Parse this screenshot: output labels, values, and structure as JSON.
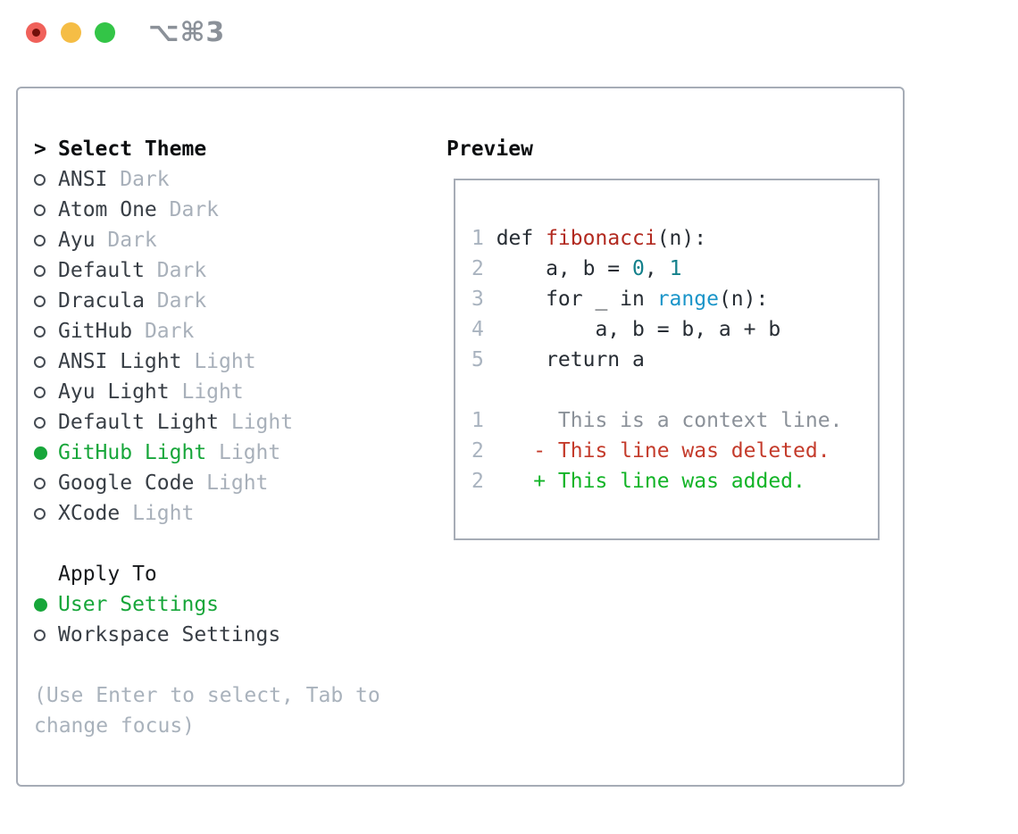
{
  "window": {
    "titlebar": {
      "shortcut_label": "⌥⌘3",
      "traffic_lights": [
        "close",
        "minimize",
        "maximize"
      ]
    }
  },
  "theme_picker": {
    "prompt": ">",
    "title": "Select Theme",
    "themes": [
      {
        "name": "ANSI",
        "tag": "Dark",
        "selected": false
      },
      {
        "name": "Atom One",
        "tag": "Dark",
        "selected": false
      },
      {
        "name": "Ayu",
        "tag": "Dark",
        "selected": false
      },
      {
        "name": "Default",
        "tag": "Dark",
        "selected": false
      },
      {
        "name": "Dracula",
        "tag": "Dark",
        "selected": false
      },
      {
        "name": "GitHub",
        "tag": "Dark",
        "selected": false
      },
      {
        "name": "ANSI Light",
        "tag": "Light",
        "selected": false
      },
      {
        "name": "Ayu Light",
        "tag": "Light",
        "selected": false
      },
      {
        "name": "Default Light",
        "tag": "Light",
        "selected": false
      },
      {
        "name": "GitHub Light",
        "tag": "Light",
        "selected": true
      },
      {
        "name": "Google Code",
        "tag": "Light",
        "selected": false
      },
      {
        "name": "XCode",
        "tag": "Light",
        "selected": false
      }
    ],
    "apply_to": {
      "title": "Apply To",
      "options": [
        {
          "name": "User Settings",
          "selected": true
        },
        {
          "name": "Workspace Settings",
          "selected": false
        }
      ]
    },
    "hint": "(Use Enter to select, Tab to change focus)"
  },
  "preview": {
    "title": "Preview",
    "code_lines": [
      {
        "num": "1",
        "tokens": [
          [
            "t",
            "def "
          ],
          [
            "fn",
            "fibonacci"
          ],
          [
            "t",
            "(n):"
          ]
        ]
      },
      {
        "num": "2",
        "tokens": [
          [
            "t",
            "    a, b = "
          ],
          [
            "nm",
            "0"
          ],
          [
            "t",
            ", "
          ],
          [
            "nm",
            "1"
          ]
        ]
      },
      {
        "num": "3",
        "tokens": [
          [
            "t",
            "    for _ in "
          ],
          [
            "bi",
            "range"
          ],
          [
            "t",
            "(n):"
          ]
        ]
      },
      {
        "num": "4",
        "tokens": [
          [
            "t",
            "        a, b = b, a + b"
          ]
        ]
      },
      {
        "num": "5",
        "tokens": [
          [
            "t",
            "    return a"
          ]
        ]
      },
      {
        "num": "",
        "tokens": []
      },
      {
        "num": "1",
        "tokens": [
          [
            "ctx",
            "     This is a context line."
          ]
        ]
      },
      {
        "num": "2",
        "tokens": [
          [
            "del",
            "   - This line was deleted."
          ]
        ]
      },
      {
        "num": "2",
        "tokens": [
          [
            "add",
            "   + This line was added."
          ]
        ]
      }
    ]
  },
  "colors": {
    "accent": "#17a63a",
    "added": "#12b427",
    "deleted": "#c43b2b",
    "func": "#b22a20",
    "number": "#13808b",
    "builtin": "#1b95c9",
    "context": "#8b9199",
    "muted": "#a8b0ba",
    "border": "#a6acb6",
    "traffic_red": "#f0615a",
    "traffic_yellow": "#f5bd45",
    "traffic_green": "#33c547"
  }
}
